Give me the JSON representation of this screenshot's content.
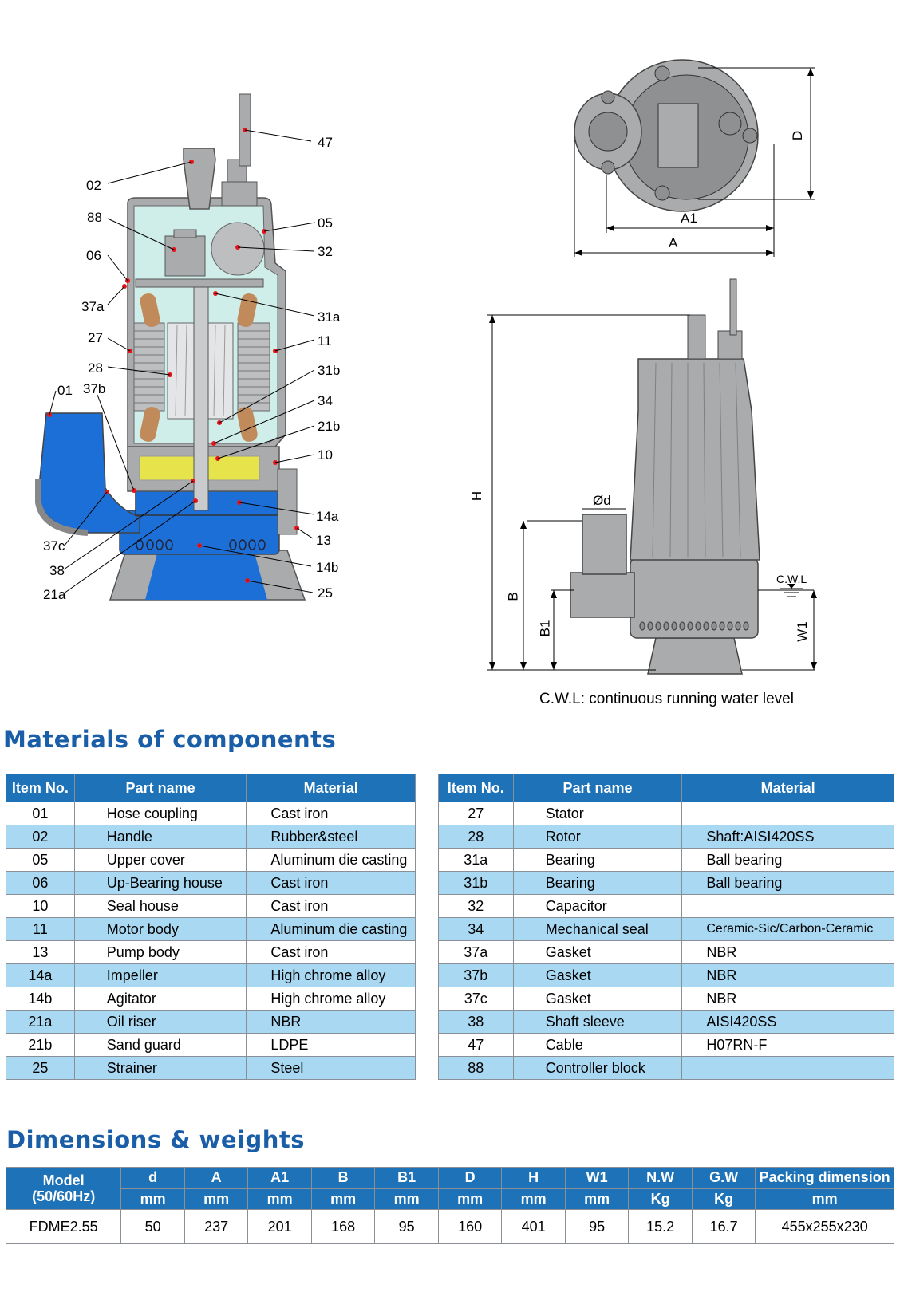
{
  "callouts": {
    "c47": "47",
    "c02": "02",
    "c88": "88",
    "c05": "05",
    "c32": "32",
    "c06": "06",
    "c37a": "37a",
    "c31a": "31a",
    "c27": "27",
    "c11": "11",
    "c28": "28",
    "c31b": "31b",
    "c01": "01",
    "c37b": "37b",
    "c34": "34",
    "c21b": "21b",
    "c10": "10",
    "c14a": "14a",
    "c37c": "37c",
    "c13": "13",
    "c38": "38",
    "c14b": "14b",
    "c21a": "21a",
    "c25": "25"
  },
  "dims": {
    "A1": "A1",
    "A": "A",
    "D": "D",
    "H": "H",
    "d": "Ød",
    "B": "B",
    "B1": "B1",
    "W1": "W1",
    "cwl": "C.W.L"
  },
  "cwl_caption": "C.W.L: continuous running water level",
  "materials": {
    "title": "Materials of components",
    "headers": [
      "Item No.",
      "Part name",
      "Material",
      "Item No.",
      "Part name",
      "Material"
    ],
    "rows": [
      [
        "01",
        "Hose coupling",
        "Cast iron",
        "27",
        "Stator",
        ""
      ],
      [
        "02",
        "Handle",
        "Rubber&steel",
        "28",
        "Rotor",
        "Shaft:AISI420SS"
      ],
      [
        "05",
        "Upper cover",
        "Aluminum die casting",
        "31a",
        "Bearing",
        "Ball bearing"
      ],
      [
        "06",
        "Up-Bearing house",
        "Cast iron",
        "31b",
        "Bearing",
        "Ball bearing"
      ],
      [
        "10",
        "Seal house",
        "Cast iron",
        "32",
        "Capacitor",
        ""
      ],
      [
        "11",
        "Motor body",
        "Aluminum die casting",
        "34",
        "Mechanical seal",
        "Ceramic-Sic/Carbon-Ceramic"
      ],
      [
        "13",
        "Pump body",
        "Cast iron",
        "37a",
        "Gasket",
        "NBR"
      ],
      [
        "14a",
        "Impeller",
        "High chrome alloy",
        "37b",
        "Gasket",
        "NBR"
      ],
      [
        "14b",
        "Agitator",
        "High chrome alloy",
        "37c",
        "Gasket",
        "NBR"
      ],
      [
        "21a",
        "Oil riser",
        "NBR",
        "38",
        "Shaft sleeve",
        "AISI420SS"
      ],
      [
        "21b",
        "Sand guard",
        "LDPE",
        "47",
        "Cable",
        "H07RN-F"
      ],
      [
        "25",
        "Strainer",
        "Steel",
        "88",
        "Controller block",
        ""
      ]
    ]
  },
  "dimensions": {
    "title": "Dimensions & weights",
    "model_header": "Model",
    "model_sub": "(50/60Hz)",
    "headers": [
      "d",
      "A",
      "A1",
      "B",
      "B1",
      "D",
      "H",
      "W1",
      "N.W",
      "G.W",
      "Packing dimension"
    ],
    "units": [
      "mm",
      "mm",
      "mm",
      "mm",
      "mm",
      "mm",
      "mm",
      "mm",
      "Kg",
      "Kg",
      "mm"
    ],
    "row": [
      "FDME2.55",
      "50",
      "237",
      "201",
      "168",
      "95",
      "160",
      "401",
      "95",
      "15.2",
      "16.7",
      "455x255x230"
    ]
  },
  "colors": {
    "title_blue": "#1a5ea8",
    "header_blue": "#1e73b8",
    "row_light_blue": "#a9d8f2",
    "pump_blue": "#1c6fd6",
    "motor_cyan": "#cfeee9",
    "oil_yellow": "#e6e44a"
  }
}
